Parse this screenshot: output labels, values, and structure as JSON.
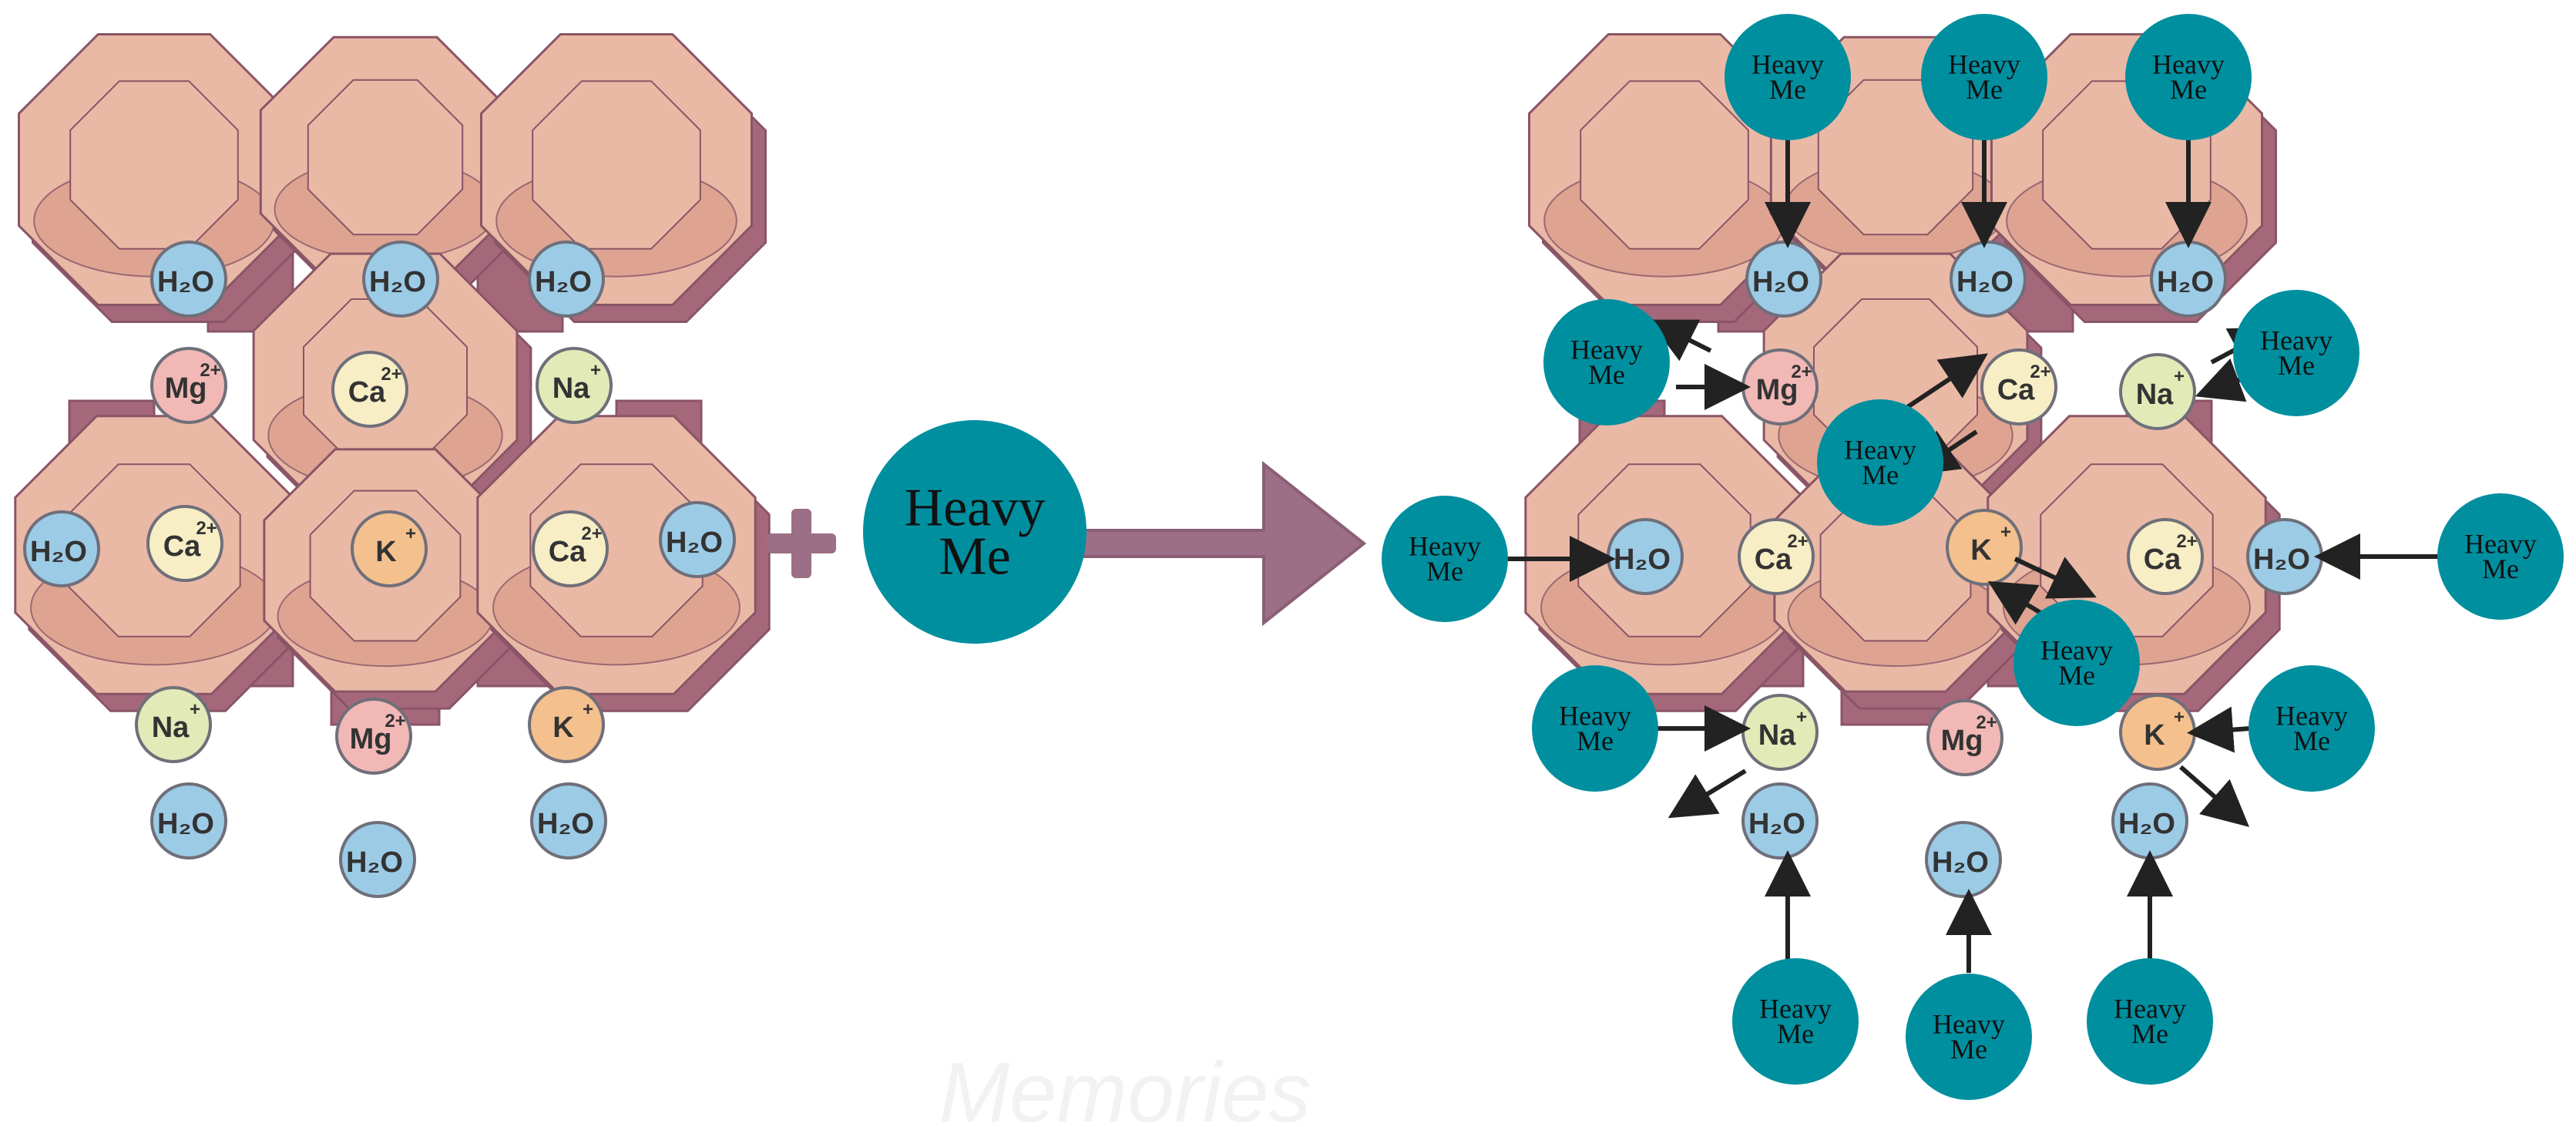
{
  "labels": {
    "water": "H₂O",
    "magnesium": "Mg",
    "calcium": "Ca",
    "sodium": "Na",
    "potassium": "K",
    "charge_2plus": "2+",
    "charge_plus": "+",
    "heavy_line1": "Heavy",
    "heavy_line2": "Me",
    "plus_sign": "+",
    "watermark": "Memories"
  },
  "colors": {
    "background": "#ffffff",
    "framework_light": "#e9b9a6",
    "framework_mid": "#dca08d",
    "framework_dark": "#a5687a",
    "framework_edge": "#8a5566",
    "water_fill": "#9ccbe6",
    "mg_fill": "#f1b8b6",
    "ca_fill": "#f7eec6",
    "na_fill": "#e2eab8",
    "k_fill": "#f4c08d",
    "heavy_metal": "#008f9f",
    "process_arrow": "#9c6f86",
    "exchange_arrow": "#222222",
    "watermark": "#f2f2f2"
  },
  "icons": {
    "zeolite_framework": "zeolite-cage-icon",
    "process_arrow": "right-arrow-icon",
    "exchange_arrow": "exchange-arrow-icon"
  }
}
